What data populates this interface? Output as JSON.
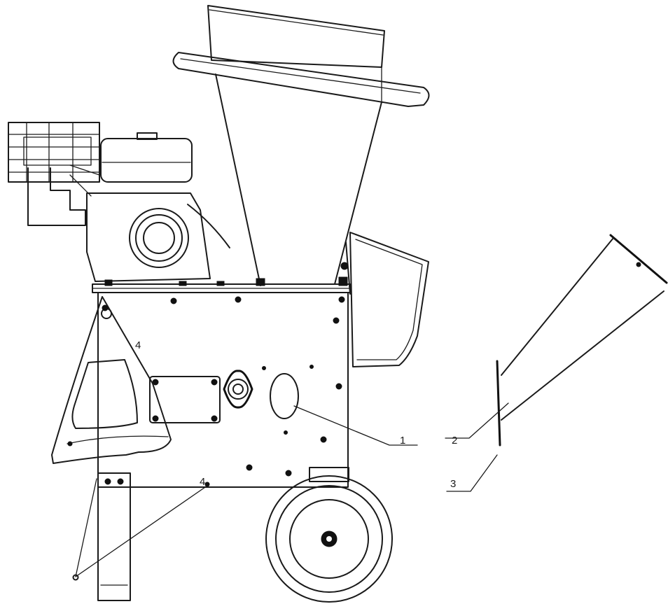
{
  "diagram": {
    "callouts": [
      {
        "id": "callout-1",
        "label": "1"
      },
      {
        "id": "callout-2",
        "label": "2"
      },
      {
        "id": "callout-3",
        "label": "3"
      },
      {
        "id": "callout-4a",
        "label": "4"
      },
      {
        "id": "callout-4b",
        "label": "4"
      }
    ]
  }
}
